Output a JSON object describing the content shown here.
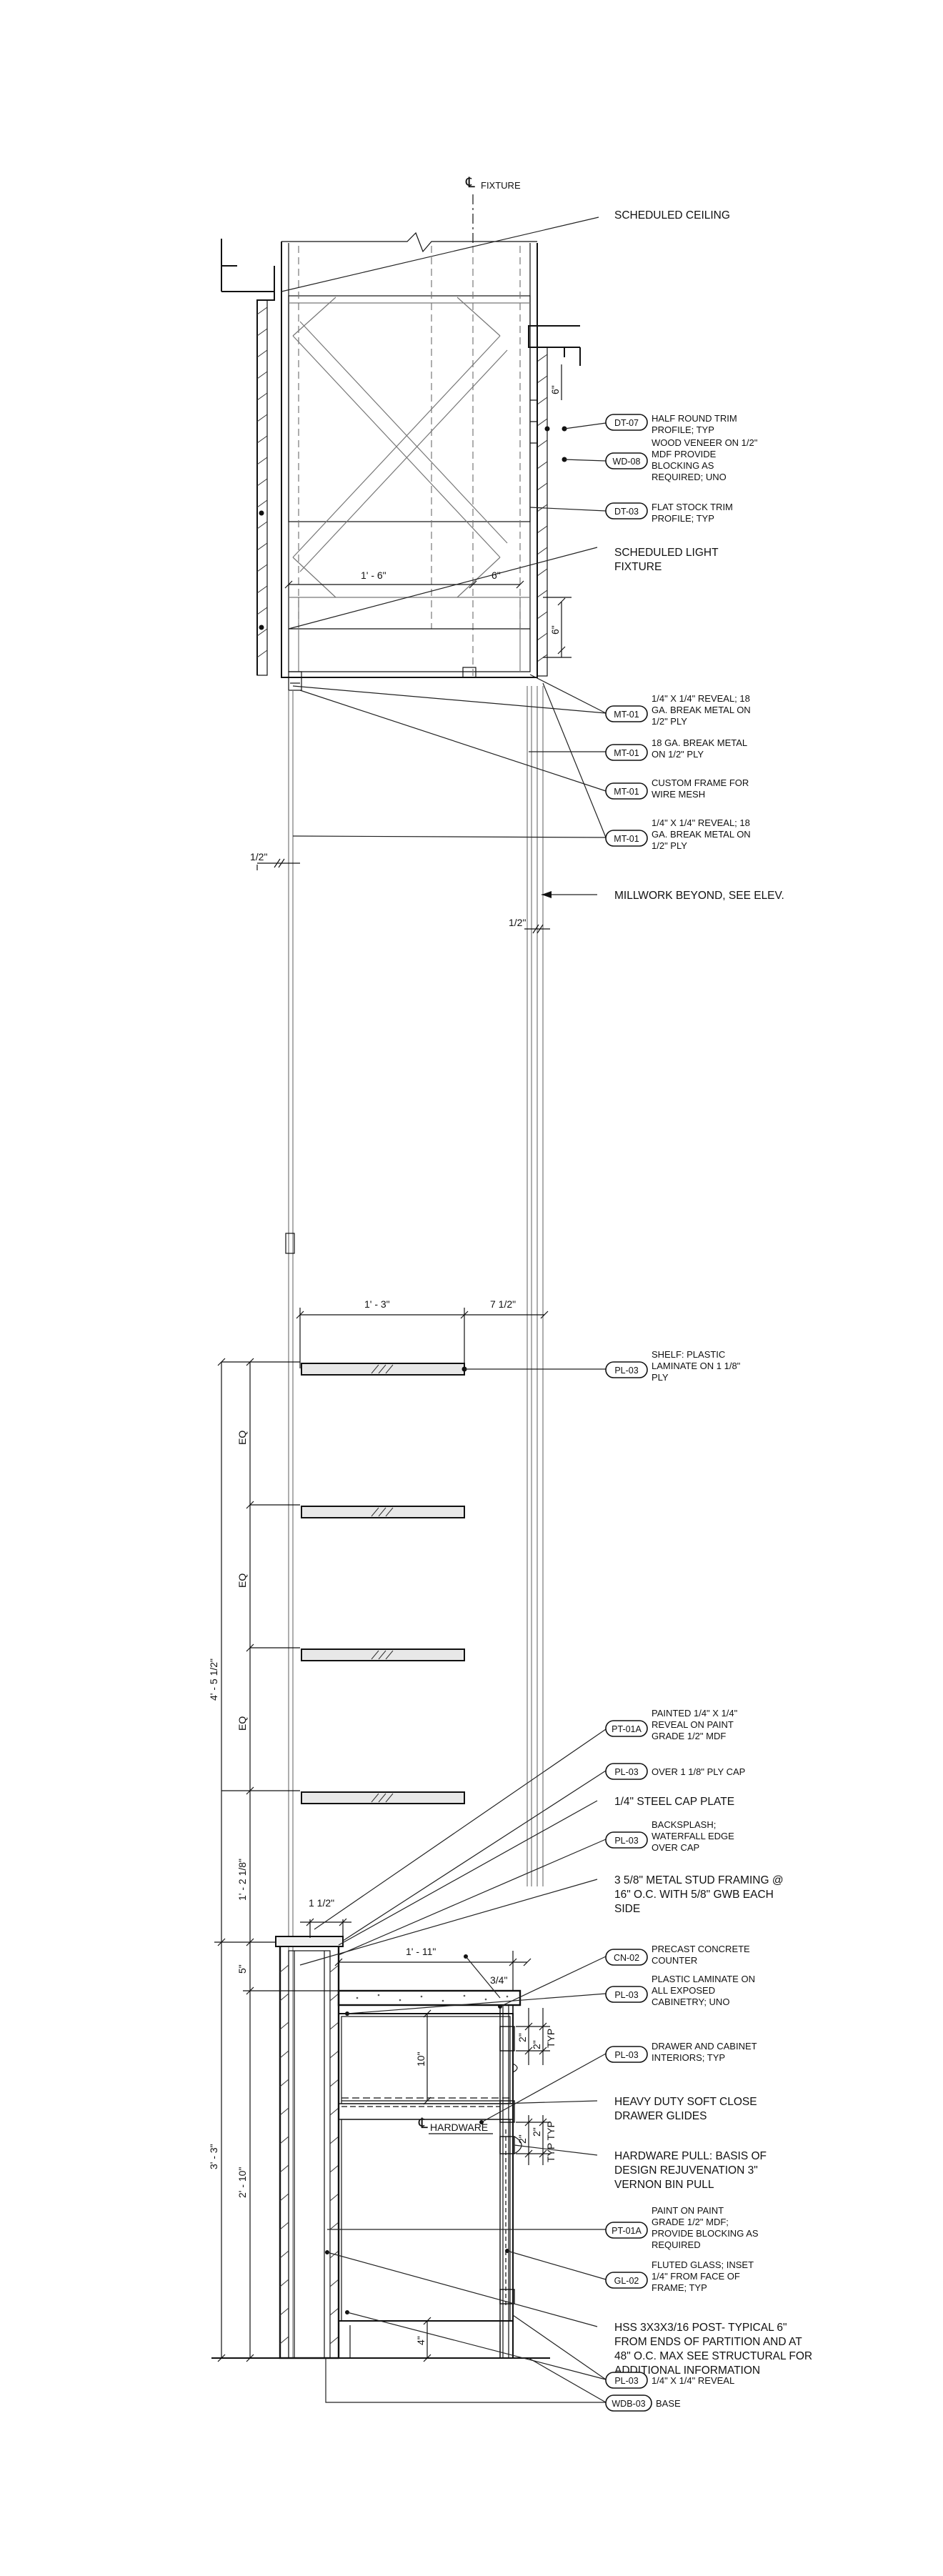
{
  "center_label": "FIXTURE",
  "hardware_label": "HARDWARE",
  "notes": {
    "scheduled_ceiling": "SCHEDULED CEILING",
    "scheduled_light": [
      "SCHEDULED LIGHT",
      "FIXTURE"
    ],
    "millwork_beyond": "MILLWORK BEYOND, SEE ELEV.",
    "steel_cap": "1/4\" STEEL CAP PLATE",
    "metal_stud": [
      "3 5/8\" METAL STUD FRAMING @",
      "16\" O.C. WITH 5/8\" GWB EACH",
      "SIDE"
    ],
    "soft_close": [
      "HEAVY DUTY SOFT CLOSE",
      "DRAWER GLIDES"
    ],
    "hardware_pull": [
      "HARDWARE PULL: BASIS OF",
      "DESIGN REJUVENATION 3\"",
      "VERNON BIN PULL"
    ],
    "hss_post": [
      "HSS 3X3X3/16 POST- TYPICAL 6\"",
      "FROM ENDS OF PARTITION AND AT",
      "48\" O.C. MAX SEE STRUCTURAL FOR",
      "ADDITIONAL INFORMATION"
    ]
  },
  "tags": [
    {
      "code": "DT-07",
      "text": [
        "HALF ROUND TRIM",
        "PROFILE; TYP"
      ]
    },
    {
      "code": "WD-08",
      "text": [
        "WOOD VENEER ON 1/2\"",
        "MDF PROVIDE",
        "BLOCKING AS",
        "REQUIRED; UNO"
      ]
    },
    {
      "code": "DT-03",
      "text": [
        "FLAT STOCK TRIM",
        "PROFILE; TYP"
      ]
    },
    {
      "code": "MT-01",
      "text": [
        "1/4\" X 1/4\" REVEAL; 18",
        "GA. BREAK METAL ON",
        "1/2\" PLY"
      ]
    },
    {
      "code": "MT-01",
      "text": [
        "18 GA. BREAK METAL",
        "ON 1/2\" PLY"
      ]
    },
    {
      "code": "MT-01",
      "text": [
        "CUSTOM FRAME FOR",
        "WIRE MESH"
      ]
    },
    {
      "code": "MT-01",
      "text": [
        "1/4\" X 1/4\" REVEAL; 18",
        "GA. BREAK METAL ON",
        "1/2\" PLY"
      ]
    },
    {
      "code": "PL-03",
      "text": [
        "SHELF: PLASTIC",
        "LAMINATE ON 1 1/8\"",
        "PLY"
      ]
    },
    {
      "code": "PT-01A",
      "text": [
        "PAINTED 1/4\" X 1/4\"",
        "REVEAL ON PAINT",
        "GRADE 1/2\" MDF"
      ]
    },
    {
      "code": "PL-03",
      "text": [
        "OVER 1 1/8\" PLY CAP"
      ]
    },
    {
      "code": "PL-03",
      "text": [
        "BACKSPLASH;",
        "WATERFALL EDGE",
        "OVER CAP"
      ]
    },
    {
      "code": "CN-02",
      "text": [
        "PRECAST CONCRETE",
        "COUNTER"
      ]
    },
    {
      "code": "PL-03",
      "text": [
        "PLASTIC LAMINATE ON",
        "ALL EXPOSED",
        "CABINETRY; UNO"
      ]
    },
    {
      "code": "PL-03",
      "text": [
        "DRAWER AND CABINET",
        "INTERIORS; TYP"
      ]
    },
    {
      "code": "PT-01A",
      "text": [
        "PAINT ON PAINT",
        "GRADE 1/2\" MDF;",
        "PROVIDE BLOCKING AS",
        "REQUIRED"
      ]
    },
    {
      "code": "GL-02",
      "text": [
        "FLUTED GLASS; INSET",
        "1/4\" FROM FACE OF",
        "FRAME; TYP"
      ]
    },
    {
      "code": "PL-03",
      "text": [
        "1/4\" X 1/4\" REVEAL"
      ]
    },
    {
      "code": "WDB-03",
      "text": [
        "BASE"
      ]
    }
  ],
  "dims": {
    "fixture_width": "1' - 6\"",
    "fixture_6a": "6\"",
    "fixture_6b": "6\"",
    "fixture_6c": "6\"",
    "half_a": "1/2\"",
    "half_b": "1/2\"",
    "shelf_depth": "1' - 3\"",
    "shelf_gap": "7 1/2\"",
    "eq1": "EQ",
    "eq2": "EQ",
    "eq3": "EQ",
    "shelves_total": "4' - 5 1/2\"",
    "cap_height": "1' - 2 1/8\"",
    "cap_thk": "1 1/2\"",
    "counter_depth": "1' - 11\"",
    "counter_ovh": "3/4\"",
    "counter_5": "5\"",
    "drawer_10": "10\"",
    "two_a": "2\"",
    "two_b": "2\"",
    "typ_a": "TYP",
    "two_c": "2\"",
    "two_d": "2\"",
    "typ_b": "TYP TYP",
    "cab_total": "3' - 3\"",
    "cab_lower": "2' - 10\"",
    "base_4": "4\""
  }
}
